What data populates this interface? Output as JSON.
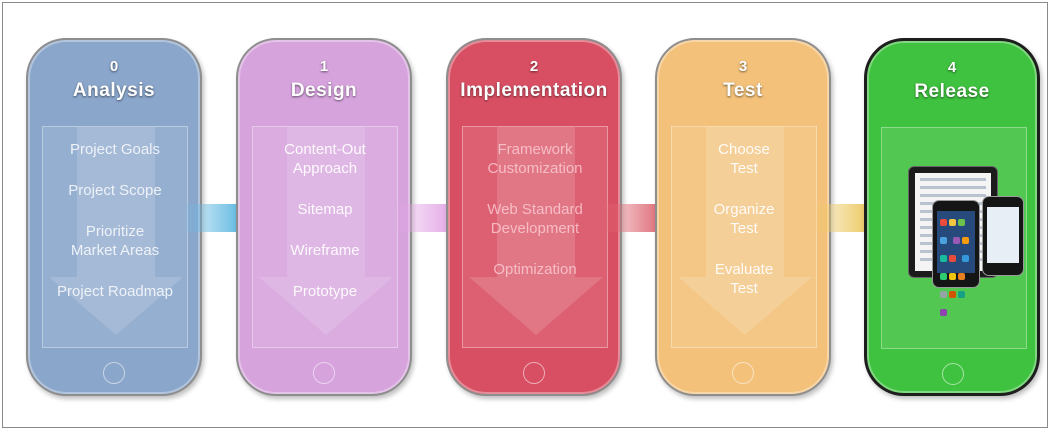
{
  "phases": [
    {
      "number": "0",
      "title": "Analysis",
      "color": "#8aa6cb",
      "items": [
        "Project Goals",
        "Project Scope",
        "Prioritize\nMarket Areas",
        "Project Roadmap"
      ]
    },
    {
      "number": "1",
      "title": "Design",
      "color": "#d6a3dd",
      "items": [
        "Content-Out\nApproach",
        "Sitemap",
        "Wireframe",
        "Prototype"
      ]
    },
    {
      "number": "2",
      "title": "Implementation",
      "color": "#d84f63",
      "items": [
        "Framework\nCustomization",
        "Web Standard\nDevelopment",
        "Optimization"
      ]
    },
    {
      "number": "3",
      "title": "Test",
      "color": "#f3c17a",
      "items": [
        "Choose\nTest",
        "Organize\nTest",
        "Evaluate\nTest"
      ]
    },
    {
      "number": "4",
      "title": "Release",
      "color": "#3fc23f",
      "image": "tablet-and-phones-icon"
    }
  ],
  "connector_colors": [
    "#3aa4d8",
    "#d998e0",
    "#d8505e",
    "#cfc33a"
  ]
}
